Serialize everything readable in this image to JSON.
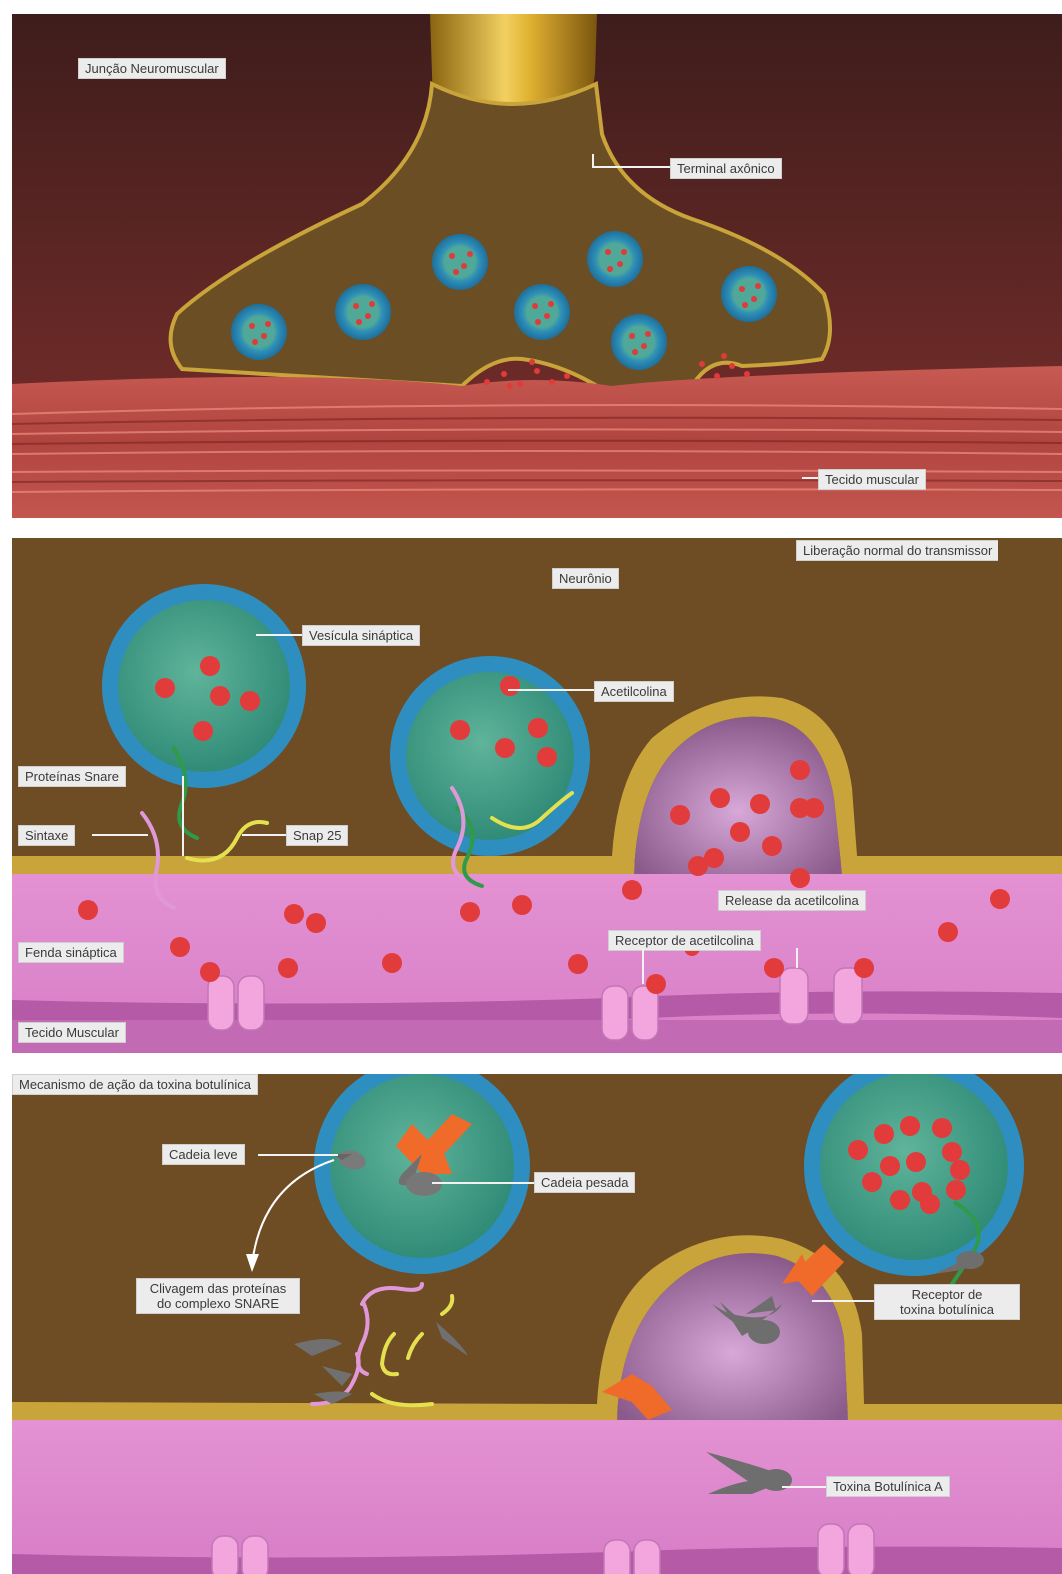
{
  "panel1": {
    "title": "Junção Neuromuscular",
    "axon_terminal": "Terminal axônico",
    "muscle_tissue": "Tecido muscular"
  },
  "panel2": {
    "title": "Liberação normal do transmissor",
    "neuron": "Neurônio",
    "synaptic_vesicle": "Vesícula sináptica",
    "acetylcholine": "Acetilcolina",
    "snare_proteins": "Proteínas Snare",
    "syntaxin": "Sintaxe",
    "snap25": "Snap 25",
    "ach_release": "Release da acetilcolina",
    "synaptic_cleft": "Fenda sináptica",
    "ach_receptor": "Receptor de acetilcolina",
    "muscle_tissue": "Tecido Muscular"
  },
  "panel3": {
    "title": "Mecanismo de ação da toxina botulínica",
    "light_chain": "Cadeia leve",
    "heavy_chain": "Cadeia pesada",
    "cleavage_line1": "Clivagem das proteínas",
    "cleavage_line2": "do complexo SNARE",
    "toxin_receptor_line1": "Receptor de",
    "toxin_receptor_line2": "toxina botulínica",
    "toxin_a": "Toxina Botulínica A"
  },
  "colors": {
    "axon_background": "#5a2a26",
    "terminal_fill": "#6b4a22",
    "membrane": "#c9a53a",
    "vesicle_ring": "#2f8fbf",
    "vesicle_core": "#3f9a82",
    "acetylcholine": "#e23a3a",
    "muscle_red": "#c0504c",
    "cleft_pink": "#d97fc8",
    "receptor_pink": "#f0a0da",
    "toxin_orange": "#f06a2a",
    "toxin_gray": "#6e6e6e"
  }
}
